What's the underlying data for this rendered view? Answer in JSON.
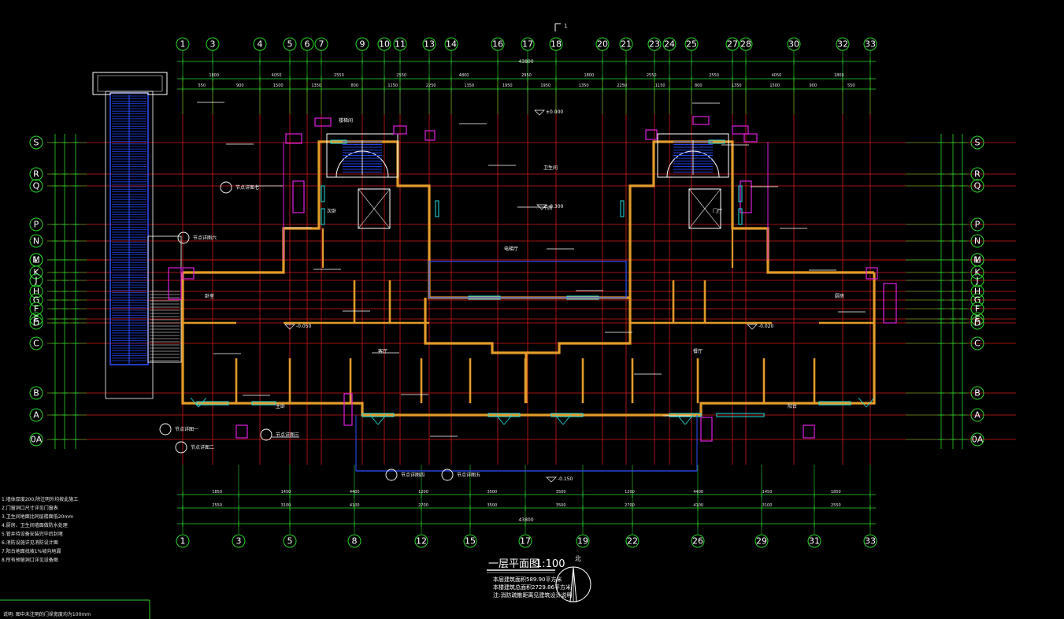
{
  "drawing": {
    "title": "一层平面图",
    "scale": "1:100",
    "area_note_1": "本层建筑面积589.90平方米",
    "area_note_2": "本楼建筑总面积2729.86平方米",
    "area_note_3": "注:消防疏散距离见建筑设计说明",
    "overall_dim": "43800",
    "north_label": "北",
    "section_mark": "1"
  },
  "grid_top": [
    "1",
    "3",
    "4",
    "5",
    "6",
    "7",
    "9",
    "10",
    "11",
    "13",
    "14",
    "16",
    "17",
    "18",
    "20",
    "21",
    "23",
    "24",
    "25",
    "27",
    "28",
    "30",
    "32",
    "33"
  ],
  "grid_bottom": [
    "1",
    "3",
    "5",
    "8",
    "12",
    "15",
    "17",
    "19",
    "22",
    "26",
    "29",
    "31",
    "33"
  ],
  "grid_rows": [
    "S",
    "R",
    "Q",
    "P",
    "N",
    "M",
    "L",
    "K",
    "J",
    "H",
    "G",
    "F",
    "E",
    "D",
    "C",
    "B",
    "A",
    "0A"
  ],
  "dims_top_row1": [
    "1800",
    "4050",
    "2550",
    "2550",
    "4800",
    "2950",
    "1800",
    "2550",
    "2550",
    "4050",
    "1800"
  ],
  "dims_top_row2": [
    "550",
    "900",
    "1500",
    "1350",
    "800",
    "1150",
    "2250",
    "1350",
    "1950",
    "1950",
    "1350",
    "2250",
    "1150",
    "800",
    "1350",
    "1500",
    "900",
    "550"
  ],
  "dims_bottom_row1": [
    "1850",
    "1450",
    "4400",
    "1200",
    "3500",
    "3500",
    "1200",
    "4400",
    "1450",
    "1850"
  ],
  "dims_bottom_row2": [
    "2550",
    "3100",
    "4100",
    "2700",
    "3500",
    "3500",
    "2700",
    "4100",
    "3100",
    "2550"
  ],
  "room_labels": [
    "客厅",
    "餐厅",
    "卧室",
    "厨房",
    "卫生间",
    "书房",
    "阳台",
    "主卧",
    "次卧",
    "门厅",
    "电梯厅",
    "楼梯间"
  ],
  "callouts": [
    "节点详图一",
    "节点详图二",
    "节点详图三",
    "节点详图四",
    "节点详图五",
    "节点详图六",
    "节点详图七"
  ],
  "elevation_marks": [
    "±0.000",
    "-0.300",
    "-0.050",
    "-0.020",
    "-0.150"
  ],
  "notes": [
    "1.墙体厚度200,除注明外均按此施工",
    "2.门窗洞口尺寸详见门窗表",
    "3.卫生间地面比同层楼面低20mm",
    "4.厨房、卫生间墙面做防水处理",
    "5.管井待设备安装完毕后封堵",
    "6.消防设施详见消防设计图",
    "7.阳台地面找坡1%坡向地漏",
    "8.所有预留洞口详见设备图"
  ],
  "bottom_label": "说明: 图中未注明的门垛宽度均为100mm",
  "colors": {
    "background": "#000000",
    "grid_line": "#d11a1a",
    "axis_line": "#2bd42b",
    "wall": "#e39b2a",
    "magenta": "#e020e0",
    "cyan": "#22e0e0",
    "white": "#ffffff",
    "stair_blue": "#1f3fe0",
    "bright_blue": "#2f4fff"
  }
}
